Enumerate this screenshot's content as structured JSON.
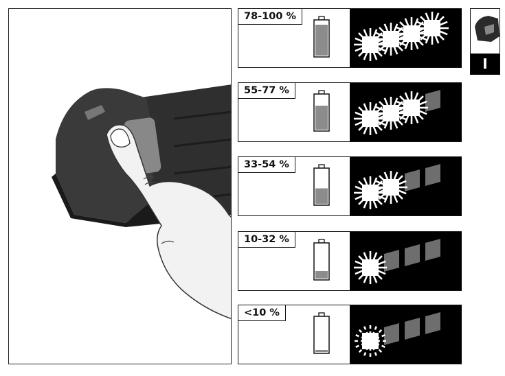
{
  "section_tab": {
    "label": "I"
  },
  "charge_levels": [
    {
      "label": "78-100 %",
      "fill": 0.9,
      "lit": 4,
      "blink": false
    },
    {
      "label": "55-77 %",
      "fill": 0.7,
      "lit": 3,
      "blink": false
    },
    {
      "label": "33-54 %",
      "fill": 0.45,
      "lit": 2,
      "blink": false
    },
    {
      "label": "10-32 %",
      "fill": 0.22,
      "lit": 1,
      "blink": false
    },
    {
      "label": "<10 %",
      "fill": 0.06,
      "lit": 1,
      "blink": true
    }
  ],
  "colors": {
    "battery_fill": "#8c8c8c",
    "led_off": "#6e6e6e",
    "panel": "#000000",
    "pack_body": "#2b2b2b"
  }
}
